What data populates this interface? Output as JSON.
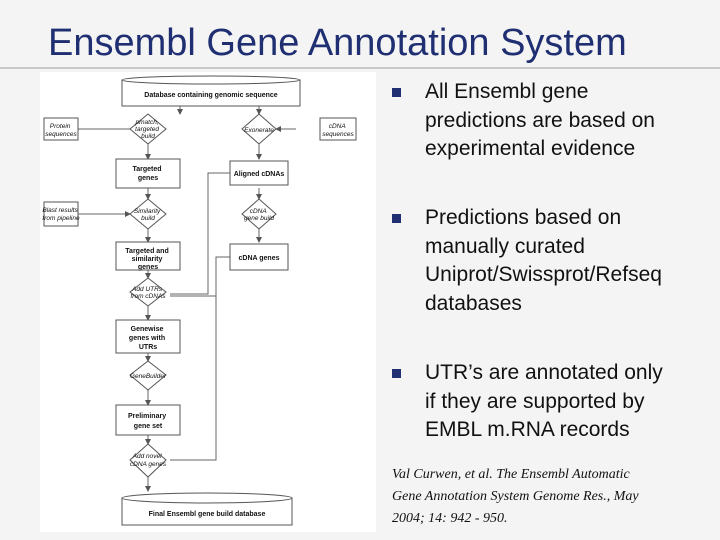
{
  "title": "Ensembl Gene Annotation System",
  "diagram": {
    "top_db": "Database containing genomic sequence",
    "protein_seq": [
      "Protein",
      "sequences"
    ],
    "cdna_seq": [
      "cDNA",
      "sequences"
    ],
    "pmatch": [
      "pmatch,",
      "targeted",
      "build"
    ],
    "exonerate": [
      "Exonerate"
    ],
    "targeted_genes": [
      "Targeted",
      "genes"
    ],
    "aligned_cdnas": "Aligned cDNAs",
    "blast": [
      "Blast results",
      "from pipeline"
    ],
    "similarity_build": [
      "Similarity",
      "build"
    ],
    "cdna_gene_build": [
      "cDNA",
      "gene build"
    ],
    "targeted_sim": [
      "Targeted and",
      "similarity",
      "genes"
    ],
    "cdna_genes": "cDNA genes",
    "add_utrs": [
      "Add UTRs",
      "from cDNAs"
    ],
    "genewise_utrs": [
      "Genewise",
      "genes with",
      "UTRs"
    ],
    "genebuilder": [
      "GeneBuilder"
    ],
    "preliminary": [
      "Preliminary",
      "gene set"
    ],
    "add_novel": [
      "Add novel",
      "cDNA genes"
    ],
    "final_db": "Final Ensembl gene build database"
  },
  "bullets": [
    [
      "All Ensembl gene",
      "predictions are based on",
      "experimental evidence"
    ],
    [
      "Predictions based on",
      "manually curated",
      "Uniprot/Swissprot/Refseq",
      "databases"
    ],
    [
      "UTR’s are annotated only",
      "if they are supported by",
      "EMBL m.RNA records"
    ]
  ],
  "citation": [
    "Val Curwen, et al. The Ensembl Automatic",
    "Gene Annotation System Genome Res., May",
    "2004; 14: 942 - 950."
  ]
}
